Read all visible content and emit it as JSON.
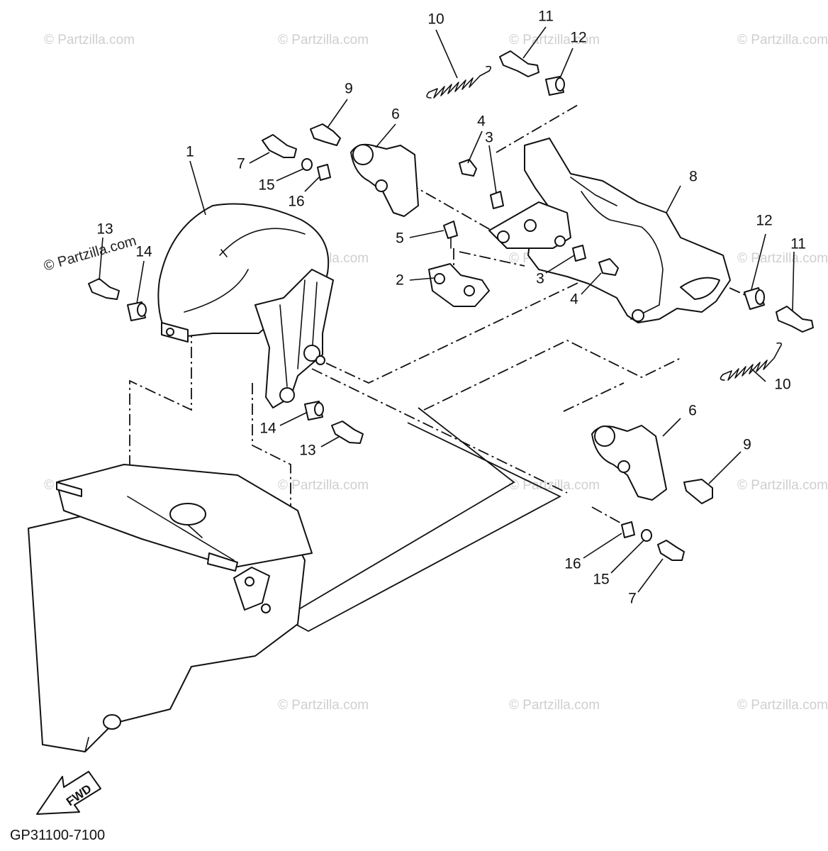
{
  "diagram_code": "GP31100-7100",
  "forward_label": "FWD",
  "watermark": "© Partzilla.com",
  "colors": {
    "ink": "#111111",
    "watermark": "#cfcfcf",
    "background": "#ffffff"
  },
  "callouts": {
    "c1": "1",
    "c2": "2",
    "c3a": "3",
    "c3b": "3",
    "c4a": "4",
    "c4b": "4",
    "c5": "5",
    "c6a": "6",
    "c6b": "6",
    "c7a": "7",
    "c7b": "7",
    "c8": "8",
    "c9a": "9",
    "c9b": "9",
    "c10a": "10",
    "c10b": "10",
    "c11a": "11",
    "c11b": "11",
    "c12a": "12",
    "c12b": "12",
    "c13a": "13",
    "c13b": "13",
    "c14a": "14",
    "c14b": "14",
    "c15a": "15",
    "c15b": "15",
    "c16a": "16",
    "c16b": "16"
  }
}
